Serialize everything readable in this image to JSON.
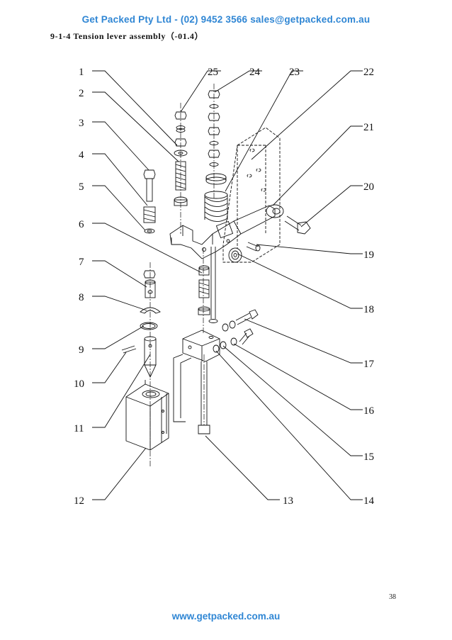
{
  "header": {
    "contact": "Get  Packed Pty  Ltd - (02) 9452 3566  sales@getpacked.com.au"
  },
  "section_title": "9-1-4 Tension lever assembly（-01.4）",
  "page_number": "38",
  "footer": {
    "url": "www.getpacked.com.au"
  },
  "callouts": [
    "1",
    "2",
    "3",
    "4",
    "5",
    "6",
    "7",
    "8",
    "9",
    "10",
    "11",
    "12",
    "13",
    "14",
    "15",
    "16",
    "17",
    "18",
    "19",
    "20",
    "21",
    "22",
    "23",
    "24",
    "25"
  ]
}
